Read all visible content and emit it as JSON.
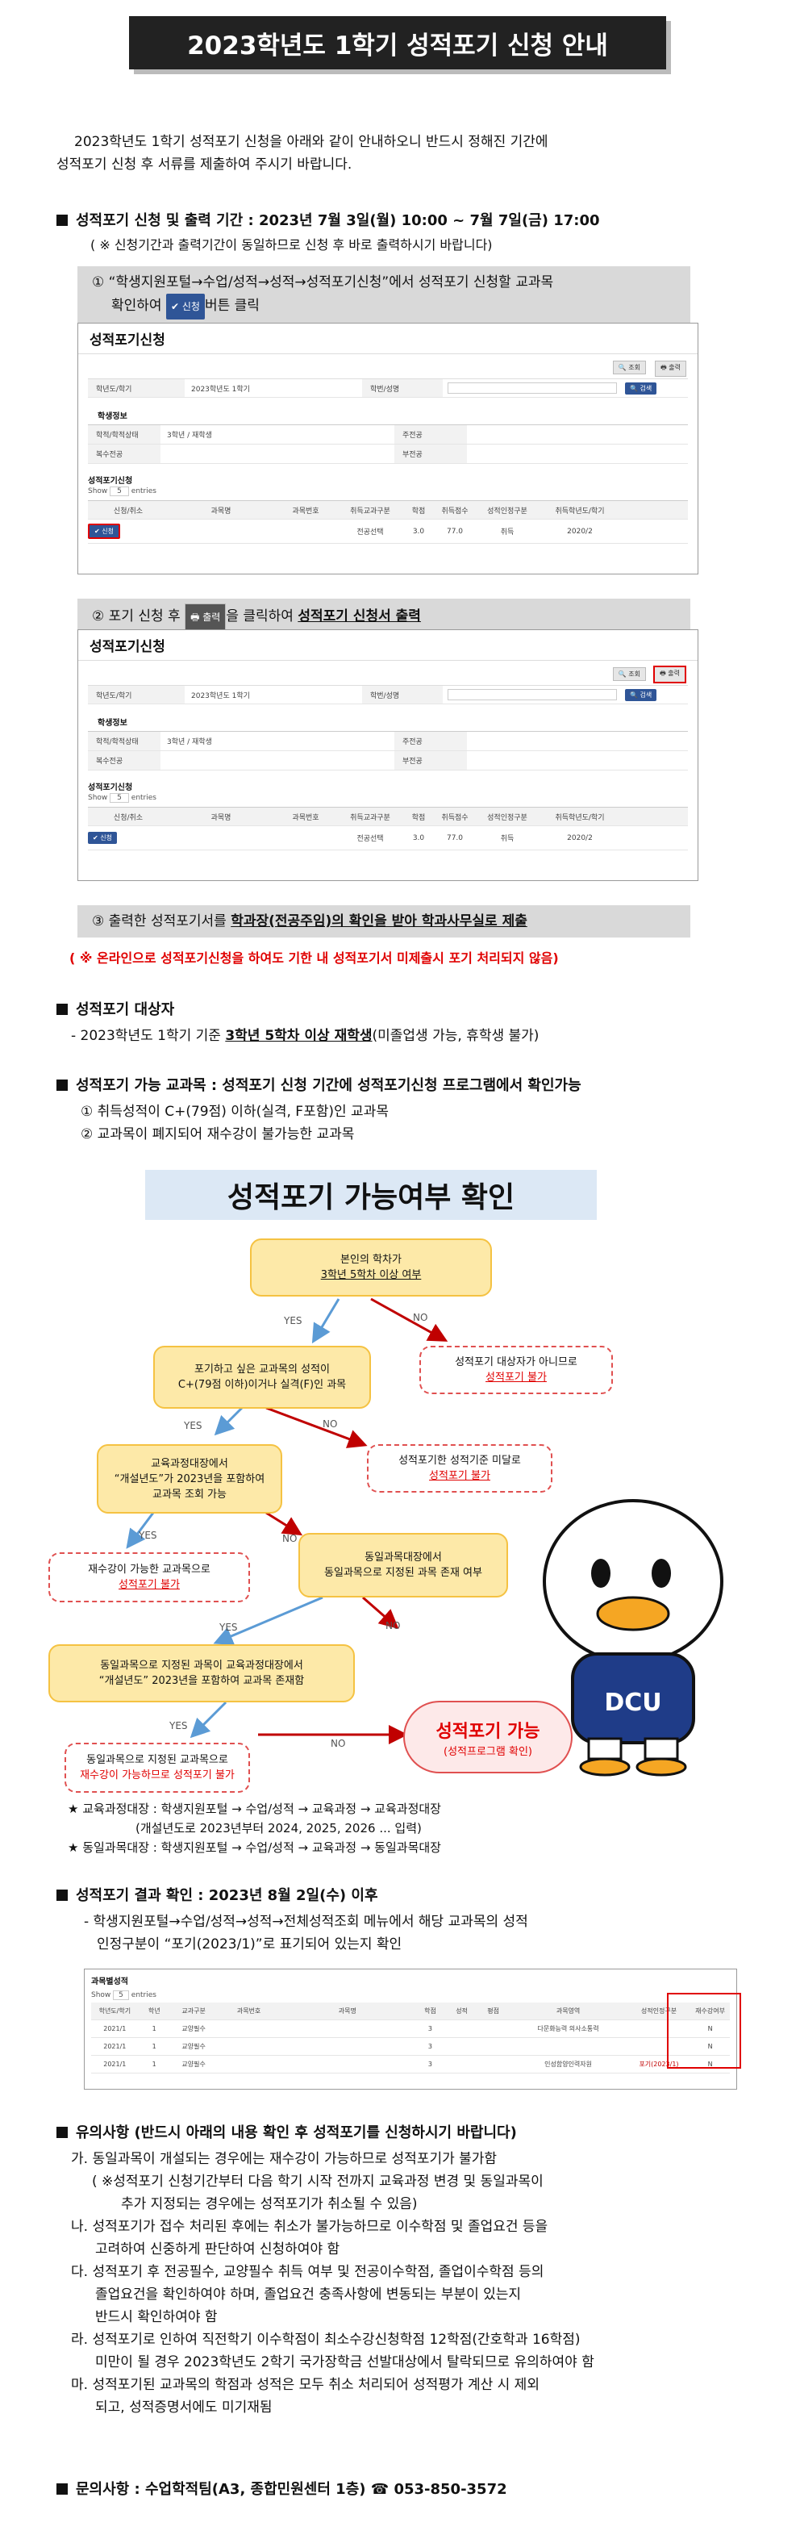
{
  "title": "2023학년도 1학기 성적포기 신청 안내",
  "intro": [
    "2023학년도 1학기 성적포기 신청을 아래와 같이 안내하오니 반드시 정해진 기간에",
    "성적포기 신청 후 서류를 제출하여 주시기 바랍니다."
  ],
  "s1": {
    "title": "성적포기 신청 및 출력 기간 : 2023년 7월 3일(월) 10:00 ~ 7월 7일(금) 17:00",
    "note": "( ※ 신청기간과 출력기간이 동일하므로 신청 후 바로 출력하시기 바랍니다)",
    "step1a": "① “학생지원포털→수업/성적→성적→성적포기신청”에서 성적포기 신청할 교과목",
    "step1b_pre": "확인하여",
    "step1b_btn": "신청",
    "step1b_post": "버튼 클릭",
    "step2_pre": "② 포기 신청 후",
    "step2_btn": "출력",
    "step2_mid": "을 클릭하여",
    "step2_bold": "성적포기 신청서 출력",
    "step3_pre": "③ 출력한 성적포기서를",
    "step3_u": "학과장(전공주임)의 확인을 받아 학과사무실로 제출",
    "warning": "( ※ 온라인으로 성적포기신청을 하여도 기한 내 성적포기서 미제출시 포기 처리되지 않음)"
  },
  "screen": {
    "header": "성적포기신청",
    "search_btn": "조회",
    "print_btn": "출력",
    "field_year": "학년도/학기",
    "field_year_val": "2023학년도 1학기",
    "field_id": "학번/성명",
    "find_btn": "검색",
    "info_title": "학생정보",
    "status_lbl": "학적/학적상태",
    "status_val": "3학년 / 재학생",
    "major_lbl": "주전공",
    "double_lbl": "복수전공",
    "minor_lbl": "부전공",
    "apply_title": "성적포기신청",
    "show": "Show",
    "show_n": "5",
    "entries": "entries",
    "cols": [
      "신청/취소",
      "과목명",
      "과목번호",
      "취득교과구분",
      "학점",
      "취득점수",
      "성적인정구분",
      "취득학년도/학기"
    ],
    "row": [
      "",
      "",
      "",
      "전공선택",
      "3.0",
      "77.0",
      "취득",
      "2020/2"
    ],
    "apply_btn": "신청"
  },
  "s2": {
    "title": "성적포기 대상자",
    "line_pre": "- 2023학년도 1학기 기준",
    "line_u": "3학년 5학차 이상 재학생",
    "line_post": "(미졸업생 가능, 휴학생 불가)"
  },
  "s3": {
    "title": "성적포기 가능 교과목 : 성적포기 신청 기간에 성적포기신청 프로그램에서 확인가능",
    "items": [
      "① 취득성적이 C+(79점) 이하(실격, F포함)인 교과목",
      "② 교과목이 폐지되어 재수강이 불가능한 교과목"
    ]
  },
  "flow": {
    "title": "성적포기 가능여부 확인",
    "q1": [
      "본인의 학차가",
      "3학년 5학차 이상 여부"
    ],
    "q2": [
      "포기하고 싶은 교과목의 성적이",
      "C+(79점 이하)이거나 실격(F)인 과목"
    ],
    "q3": [
      "교육과정대장에서",
      "“개설년도”가 2023년을 포함하여",
      "교과목 조회 가능"
    ],
    "q4": [
      "동일과목대장에서",
      "동일과목으로 지정된 과목 존재 여부"
    ],
    "q5": [
      "동일과목으로 지정된 과목이 교육과정대장에서",
      "“개설년도” 2023년을 포함하여 교과목 존재함"
    ],
    "n1": [
      "성적포기 대상자가 아니므로",
      "성적포기 불가"
    ],
    "n2": [
      "성적포기한 성적기준 미달로",
      "성적포기 불가"
    ],
    "n3": [
      "재수강이 가능한 교과목으로",
      "성적포기 불가"
    ],
    "n4": [
      "동일과목으로 지정된 교과목으로",
      "재수강이 가능하므로 성적포기 불가"
    ],
    "ok": [
      "성적포기 가능",
      "(성적프로그램 확인)"
    ],
    "yes": "YES",
    "no": "NO",
    "mascot": "DCU",
    "star1a": "★ 교육과정대장 : 학생지원포털 → 수업/성적 → 교육과정 → 교육과정대장",
    "star1b": "(개설년도로 2023년부터 2024, 2025, 2026 ... 입력)",
    "star2": "★ 동일과목대장 : 학생지원포털 → 수업/성적 → 교육과정 → 동일과목대장"
  },
  "s4": {
    "title": "성적포기 결과 확인 : 2023년 8월 2일(수) 이후",
    "line1": "- 학생지원포털→수업/성적→성적→전체성적조회 메뉴에서 해당 교과목의 성적",
    "line2": "인정구분이 “포기(2023/1)”로 표기되어 있는지 확인",
    "table_title": "과목별성적",
    "cols": [
      "학년도/학기",
      "학년",
      "교과구분",
      "과목번호",
      "과목명",
      "학점",
      "성적",
      "평점",
      "과목영역",
      "성적인정구분",
      "재수강여부"
    ],
    "rows": [
      [
        "2021/1",
        "1",
        "교양필수",
        "",
        "",
        "3",
        "",
        "",
        "다문화능력 의사소통력",
        "",
        "N"
      ],
      [
        "2021/1",
        "1",
        "교양필수",
        "",
        "",
        "3",
        "",
        "",
        "",
        "",
        "N"
      ],
      [
        "2021/1",
        "1",
        "교양필수",
        "",
        "",
        "3",
        "",
        "",
        "인성함양인력자원",
        "포기(2023/1)",
        "N"
      ]
    ]
  },
  "s5": {
    "title": "유의사항 (반드시 아래의 내용 확인 후 성적포기를 신청하시기 바랍니다)",
    "items": [
      "가. 동일과목이 개설되는 경우에는 재수강이 가능하므로 성적포기가 불가함",
      "( ※성적포기 신청기간부터 다음 학기 시작 전까지 교육과정 변경 및 동일과목이",
      "추가 지정되는 경우에는 성적포기가 취소될 수 있음)",
      "나. 성적포기가 접수 처리된 후에는 취소가 불가능하므로 이수학점 및 졸업요건 등을",
      "고려하여 신중하게 판단하여 신청하여야 함",
      "다. 성적포기 후 전공필수, 교양필수 취득 여부 및 전공이수학점, 졸업이수학점 등의",
      "졸업요건을 확인하여야 하며, 졸업요건 충족사항에 변동되는 부분이 있는지",
      "반드시 확인하여야 함",
      "라. 성적포기로 인하여 직전학기 이수학점이 최소수강신청학점 12학점(간호학과 16학점)",
      "미만이 될 경우 2023학년도 2학기 국가장학금 선발대상에서 탈락되므로 유의하여야 함",
      "마. 성적포기된 교과목의 학점과 성적은 모두 취소 처리되어 성적평가 계산 시 제외",
      "되고, 성적증명서에도 미기재됨"
    ]
  },
  "s6": {
    "title": "문의사항 : 수업학적팀(A3, 종합민원센터 1층) ☎ 053-850-3572"
  }
}
